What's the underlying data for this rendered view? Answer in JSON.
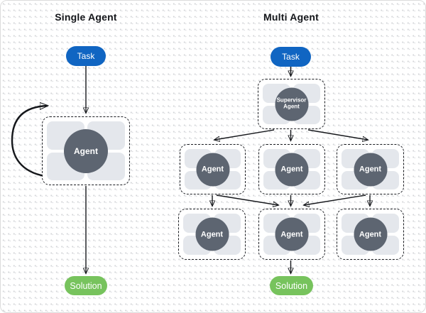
{
  "colors": {
    "task_pill": "#1065c2",
    "solution_pill": "#77c35d",
    "agent_circle": "#5d6571",
    "module_tile": "#e4e7ec"
  },
  "single_agent": {
    "title": "Single Agent",
    "task": "Task",
    "agent": "Agent",
    "solution": "Solution"
  },
  "multi_agent": {
    "title": "Multi Agent",
    "task": "Task",
    "supervisor_line1": "Supervisor",
    "supervisor_line2": "Agent",
    "workers_row1": [
      "Agent",
      "Agent",
      "Agent"
    ],
    "workers_row2": [
      "Agent",
      "Agent",
      "Agent"
    ],
    "solution": "Solution"
  }
}
